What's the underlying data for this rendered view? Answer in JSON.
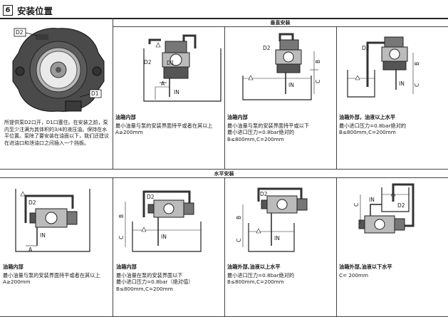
{
  "section": {
    "number": "6",
    "title": "安装位置"
  },
  "vertical_label": "垂直安装",
  "horizontal_label": "水平安装",
  "intro_text": "所提供泵D2口开，D1口塞住。在安装之前，泵内至少注满为其体积的3/4的液压油。保持在水平位置。泵除了要安装在油面以下，我们还建议在进油口和泄油口之间插入一个挡板。",
  "pump_labels": {
    "d2": "D2",
    "d1": "D1"
  },
  "dim_labels": {
    "a": "A",
    "b": "B",
    "c": "C",
    "in": "IN",
    "d2": "D2"
  },
  "vertical_cells": [
    {
      "heading": "油箱内部",
      "lines": [
        "最小油量与泵的安装界面持平或者在其以上",
        "A≥200mm"
      ]
    },
    {
      "heading": "油箱内部",
      "lines": [
        "最小油量与泵的安装界面持平或以下",
        "最小进口压力=0.8bar绝对的",
        "B≤800mm,C=200mm"
      ]
    },
    {
      "heading": "油箱外部，油液以上水平",
      "lines": [
        "最小进口压力=0.8bar绝对的",
        "B≤800mm,C=200mm"
      ]
    }
  ],
  "horizontal_cells": [
    {
      "heading": "油箱内部",
      "lines": [
        "最小油量与泵的安装界面持平或者在其以上",
        "A≥200mm"
      ]
    },
    {
      "heading": "油箱内部",
      "lines": [
        "最小油量在泵的安装界面以下",
        "最小进口压力=0.8bar（绝对值）",
        "B≤800mm,C=200mm"
      ]
    },
    {
      "heading": "油箱外部,油液以上水平",
      "lines": [
        "最小进口压力=0.8bar绝对的",
        "B≤800mm,C=200mm"
      ]
    },
    {
      "heading": "油箱外部,油液以下水平",
      "lines": [
        "C= 200mm"
      ]
    }
  ]
}
